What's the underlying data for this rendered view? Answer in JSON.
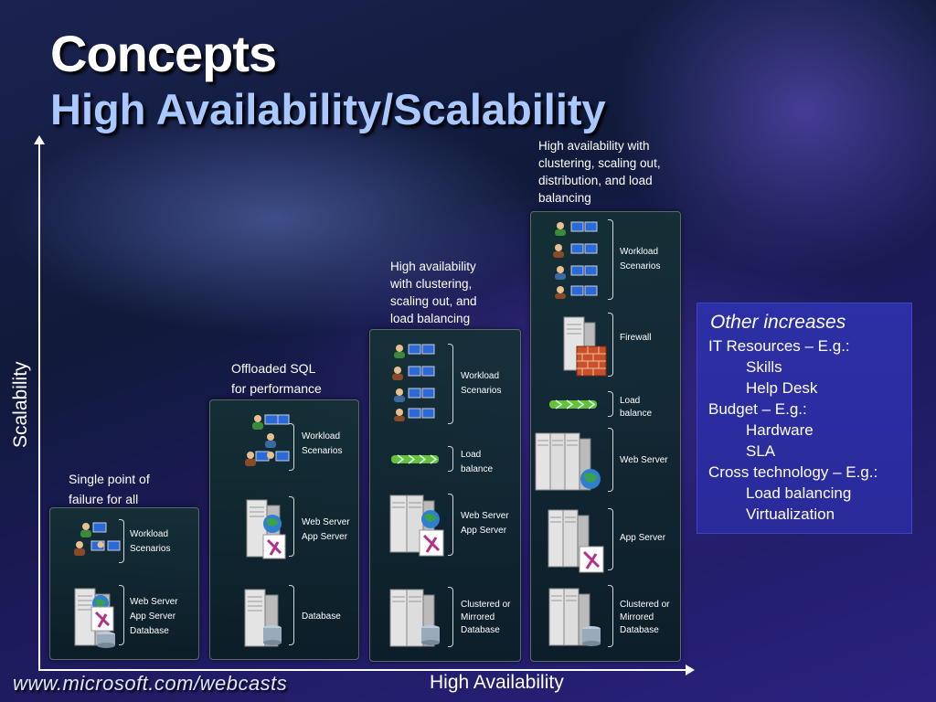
{
  "title": "Concepts",
  "subtitle": "High Availability/Scalability",
  "axis": {
    "y_label": "Scalability",
    "x_label": "High Availability"
  },
  "footer": "www.microsoft.com/webcasts",
  "columns": [
    {
      "caption": "Single point of failure for all",
      "rows": [
        {
          "icon": "users-icon",
          "label": "Workload Scenarios"
        },
        {
          "icon": "server-database-icon",
          "label": "Web Server App Server Database"
        }
      ]
    },
    {
      "caption": "Offloaded SQL for performance",
      "rows": [
        {
          "icon": "users-icon",
          "label": "Workload Scenarios"
        },
        {
          "icon": "server-globe-icon",
          "label": "Web Server App Server"
        },
        {
          "icon": "database-server-icon",
          "label": "Database"
        }
      ]
    },
    {
      "caption": "High availability with clustering, scaling out, and load balancing",
      "rows": [
        {
          "icon": "users-icon",
          "label": "Workload Scenarios"
        },
        {
          "icon": "load-balancer-icon",
          "label": "Load balance"
        },
        {
          "icon": "server-cluster-icon",
          "label": "Web Server App Server"
        },
        {
          "icon": "database-cluster-icon",
          "label": "Clustered or Mirrored Database"
        }
      ]
    },
    {
      "caption": "High availability with clustering, scaling out, distribution, and load balancing",
      "rows": [
        {
          "icon": "users-icon",
          "label": "Workload Scenarios"
        },
        {
          "icon": "firewall-icon",
          "label": "Firewall"
        },
        {
          "icon": "load-balancer-icon",
          "label": "Load balance"
        },
        {
          "icon": "web-server-cluster-icon",
          "label": "Web Server"
        },
        {
          "icon": "app-server-cluster-icon",
          "label": "App Server"
        },
        {
          "icon": "database-cluster-icon",
          "label": "Clustered or Mirrored Database"
        }
      ]
    }
  ],
  "other_increases": {
    "heading": "Other increases",
    "items": [
      {
        "text": "IT Resources – E.g.:",
        "indent": 0
      },
      {
        "text": "Skills",
        "indent": 1
      },
      {
        "text": "Help Desk",
        "indent": 1
      },
      {
        "text": "Budget – E.g.:",
        "indent": 0
      },
      {
        "text": "Hardware",
        "indent": 1
      },
      {
        "text": "SLA",
        "indent": 1
      },
      {
        "text": "Cross technology – E.g.:",
        "indent": 0
      },
      {
        "text": "Load balancing",
        "indent": 1
      },
      {
        "text": "Virtualization",
        "indent": 1
      }
    ]
  },
  "colors": {
    "accent": "#a9c8ff",
    "box": "#2c2fa5",
    "panel": "#12323a"
  }
}
